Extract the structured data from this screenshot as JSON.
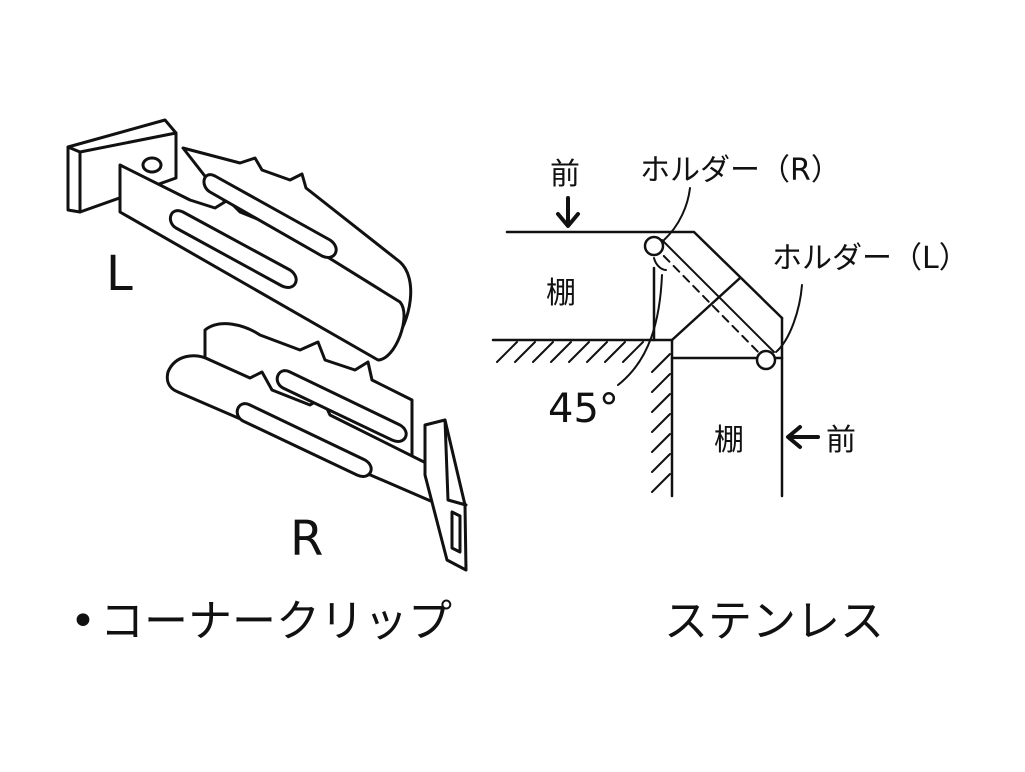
{
  "illustration": {
    "clip_left_label": "L",
    "clip_right_label": "R"
  },
  "diagram": {
    "front_label_top": "前",
    "front_label_right": "前",
    "holder_r_label": "ホルダー（R）",
    "holder_l_label": "ホルダー（L）",
    "shelf_label_top": "棚",
    "shelf_label_bottom": "棚",
    "angle_label": "45°"
  },
  "captions": {
    "bullet": "•",
    "product_name": "コーナークリップ",
    "material": "ステンレス"
  }
}
